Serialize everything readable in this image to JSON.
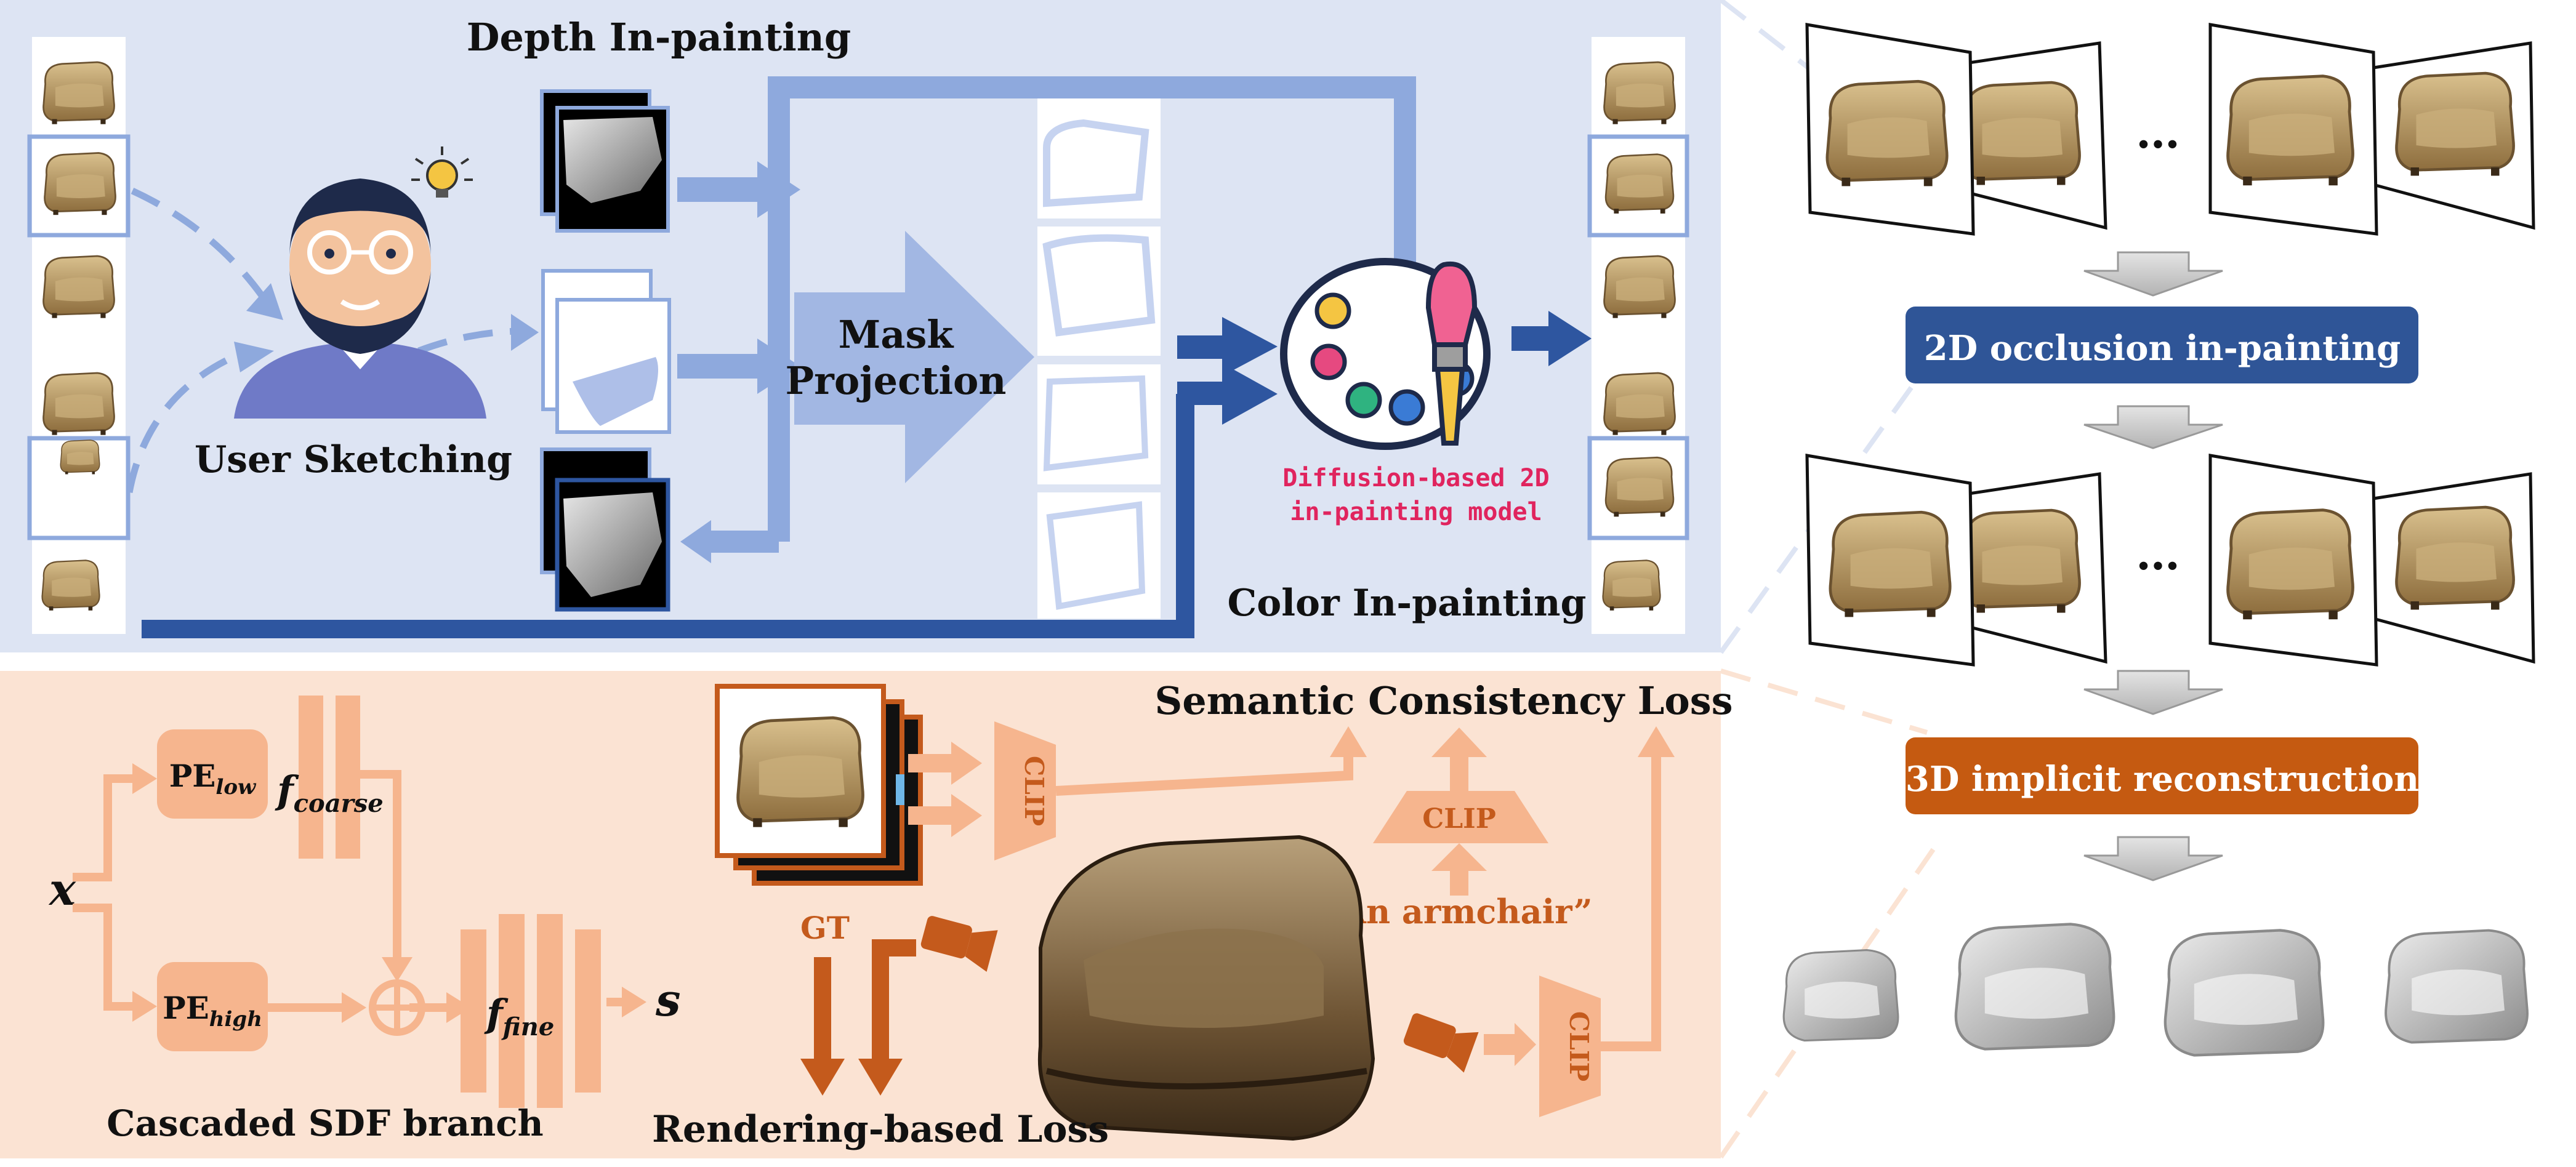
{
  "top_panel": {
    "depth_title": "Depth In-painting",
    "user_label": "User Sketching",
    "mask_label_line1": "Mask",
    "mask_label_line2": "Projection",
    "model_label_line1": "Diffusion-based 2D",
    "model_label_line2": "in-painting model",
    "color_title": "Color In-painting"
  },
  "bottom_panel": {
    "input_var": "x",
    "pe_low_main": "PE",
    "pe_low_sub": "low",
    "pe_high_main": "PE",
    "pe_high_sub": "high",
    "f_coarse_main": "f",
    "f_coarse_sub": "coarse",
    "f_fine_main": "f",
    "f_fine_sub": "fine",
    "output_var": "s",
    "sdf_label": "Cascaded SDF branch",
    "gt_label": "GT",
    "clip_left": "CLIP",
    "clip_mid": "CLIP",
    "clip_right": "CLIP",
    "semantic_loss": "Semantic Consistency Loss",
    "text_prompt": "“An armchair”",
    "render_loss": "Rendering-based Loss"
  },
  "right_column": {
    "ellipsis_top": "…",
    "ellipsis_mid": "…",
    "occlusion_box": "2D occlusion in-painting",
    "implicit_box": "3D implicit reconstruction"
  },
  "colors": {
    "top_bg": "#dde4f3",
    "bottom_bg": "#fbe3d3",
    "blue_light": "#8ea9dd",
    "blue_dark": "#2e56a0",
    "orange_light": "#f6b58e",
    "orange_dark": "#c45a1c",
    "occlusion_box": "#2f5597",
    "implicit_box": "#c55a11",
    "model_text": "#e0245e"
  },
  "icons": {
    "user": "person-with-lightbulb-icon",
    "palette": "paint-palette-icon",
    "camera": "camera-icon"
  }
}
